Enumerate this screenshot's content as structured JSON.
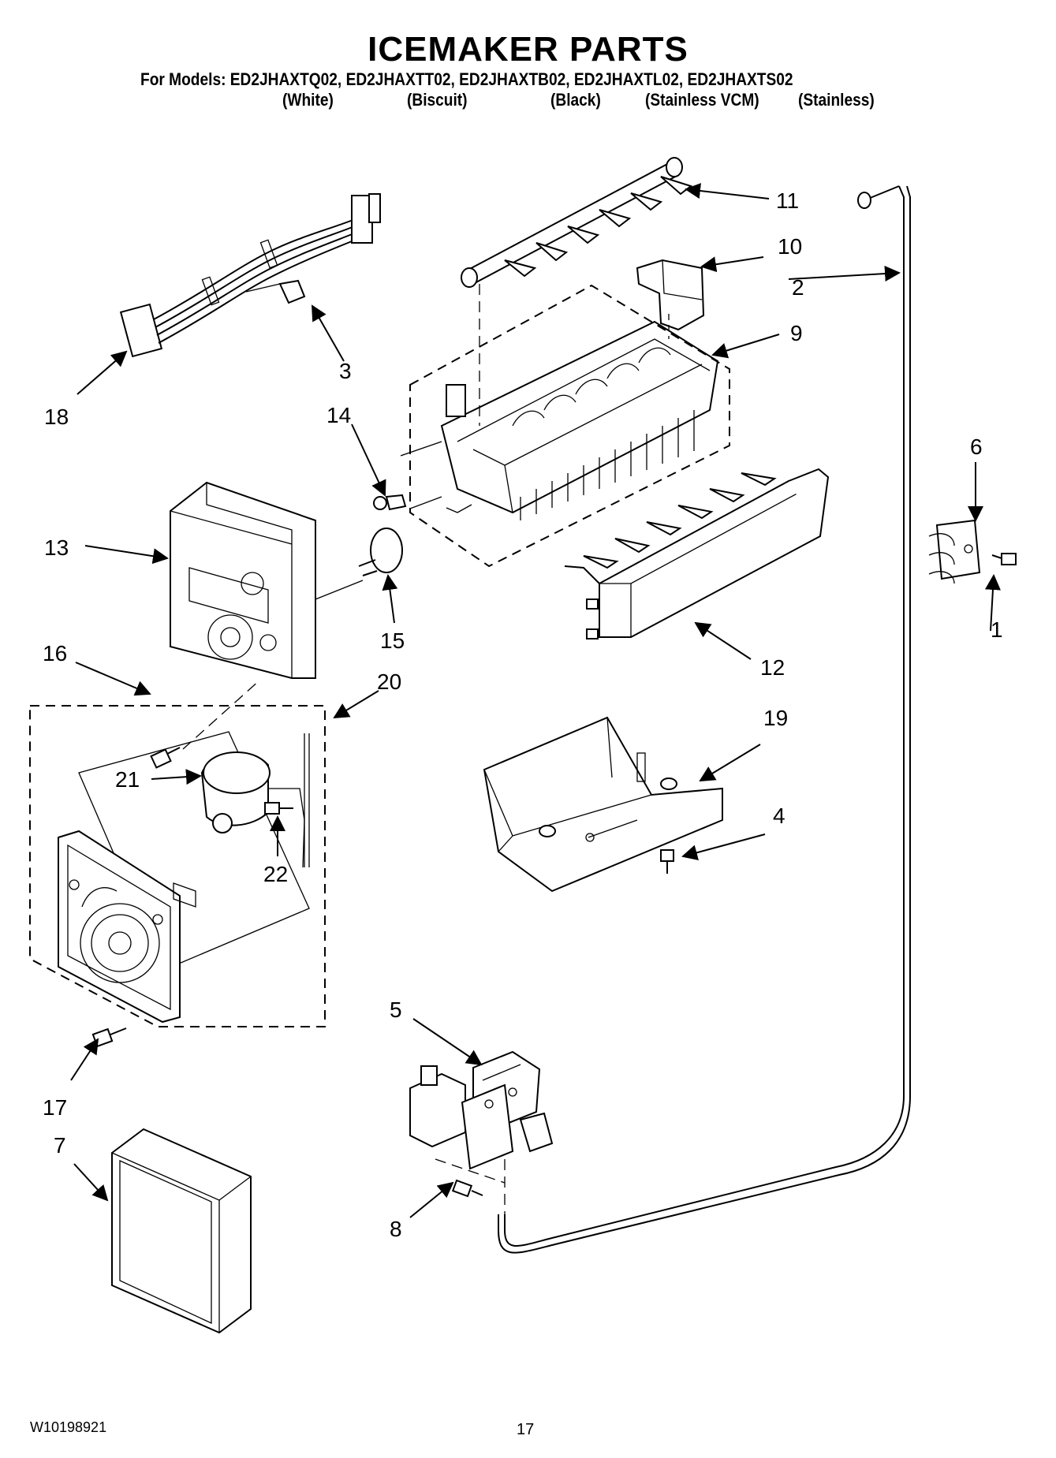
{
  "title": "ICEMAKER PARTS",
  "models_line": "For Models: ED2JHAXTQ02, ED2JHAXTT02, ED2JHAXTB02, ED2JHAXTL02, ED2JHAXTS02",
  "colors": [
    "(White)",
    "(Biscuit)",
    "(Black)",
    "(Stainless VCM)",
    "(Stainless)"
  ],
  "callouts": [
    "1",
    "2",
    "3",
    "4",
    "5",
    "6",
    "7",
    "8",
    "9",
    "10",
    "11",
    "12",
    "13",
    "14",
    "15",
    "16",
    "17",
    "18",
    "19",
    "20",
    "21",
    "22"
  ],
  "footer": {
    "doc_code": "W10198921",
    "page": "17"
  }
}
